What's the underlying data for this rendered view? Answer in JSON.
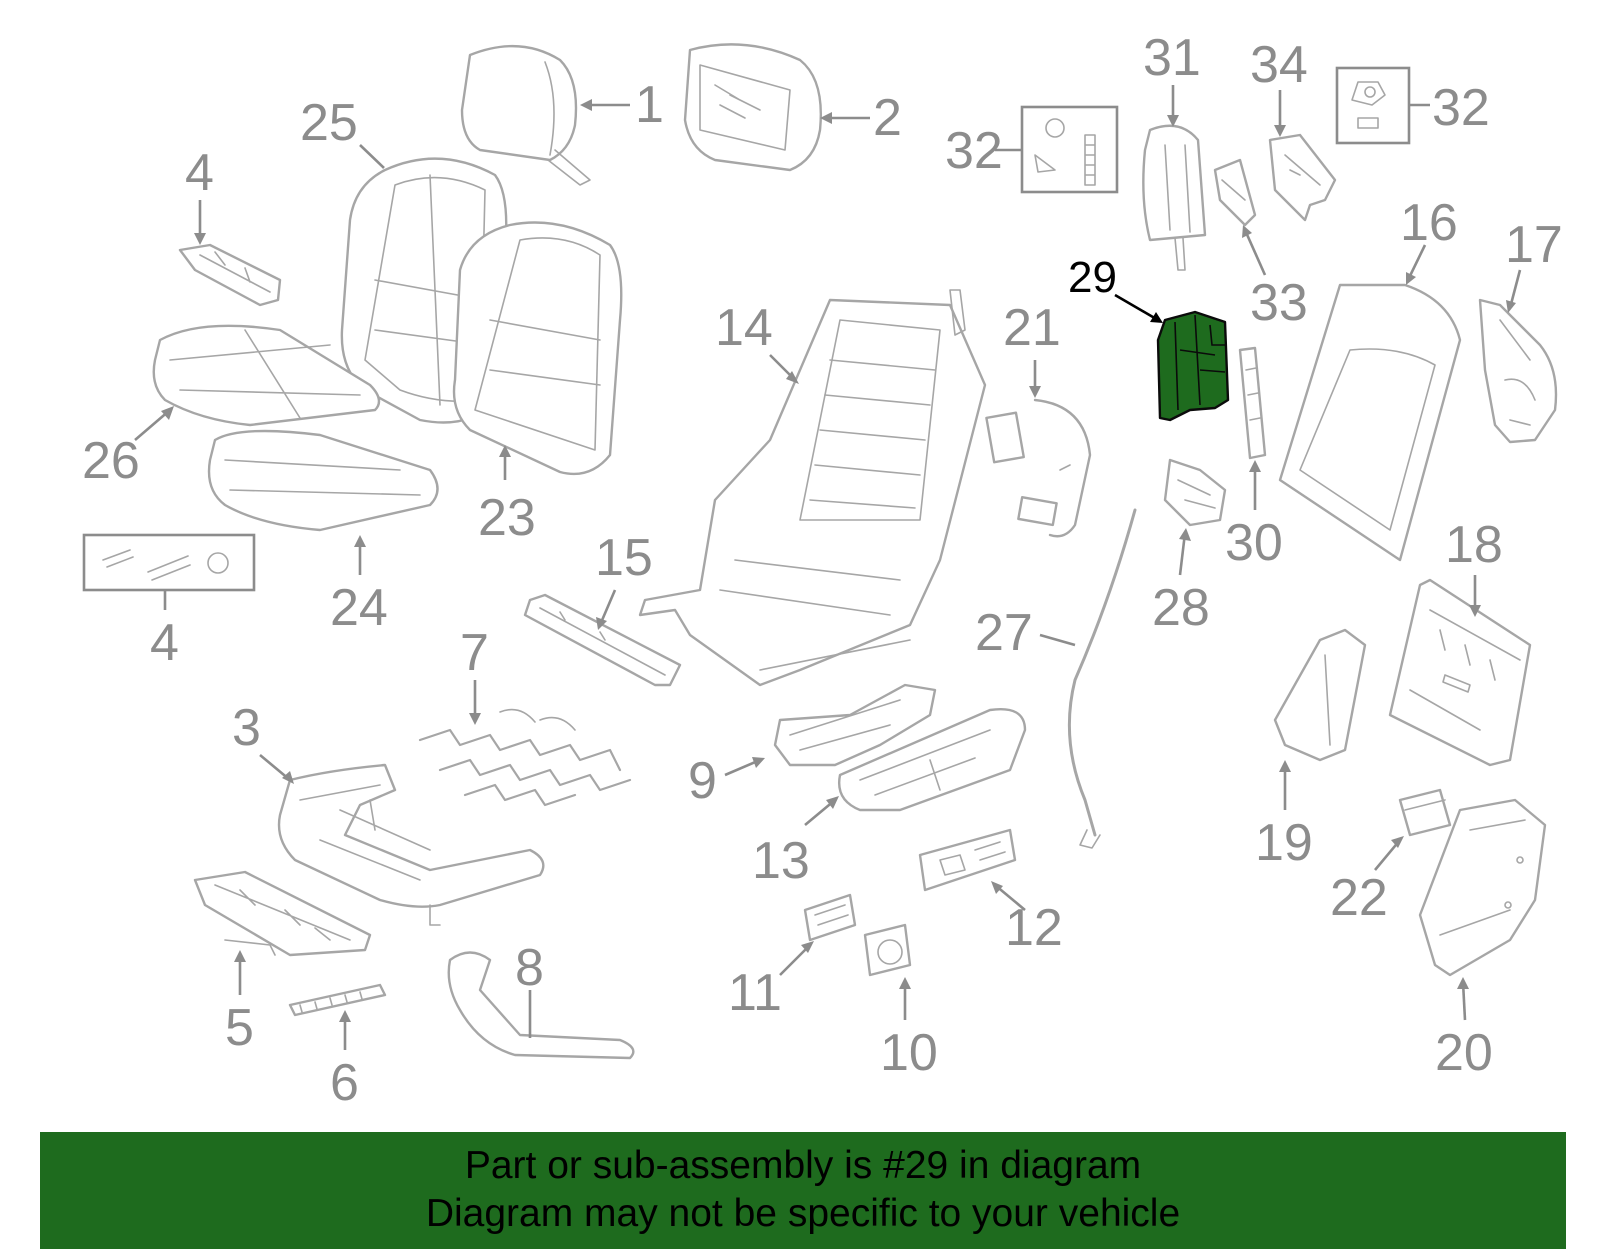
{
  "highlight": {
    "part": "29",
    "color": "#1e6b1e"
  },
  "callouts": {
    "c1": "1",
    "c2": "2",
    "c3": "3",
    "c4a": "4",
    "c4b": "4",
    "c5": "5",
    "c6": "6",
    "c7": "7",
    "c8": "8",
    "c9": "9",
    "c10": "10",
    "c11": "11",
    "c12": "12",
    "c13": "13",
    "c14": "14",
    "c15": "15",
    "c16": "16",
    "c17": "17",
    "c18": "18",
    "c19": "19",
    "c20": "20",
    "c21": "21",
    "c22": "22",
    "c23": "23",
    "c24": "24",
    "c25": "25",
    "c26": "26",
    "c27": "27",
    "c28": "28",
    "c29": "29",
    "c30": "30",
    "c31": "31",
    "c32a": "32",
    "c32b": "32",
    "c33": "33",
    "c34": "34"
  },
  "banner": {
    "line1": "Part or sub-assembly is #29 in diagram",
    "line2": "Diagram may not be specific to your vehicle"
  }
}
